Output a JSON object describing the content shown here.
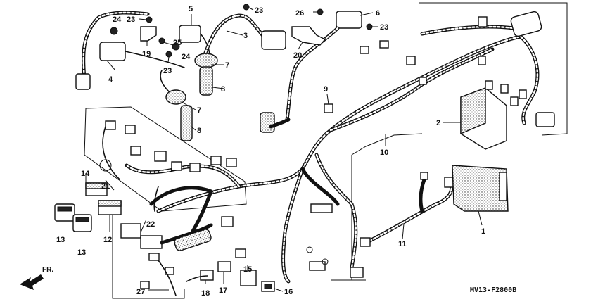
{
  "diagram": {
    "code": "MV13-F2800B",
    "direction_label": "FR.",
    "callouts": [
      "1",
      "2",
      "3",
      "4",
      "5",
      "6",
      "7",
      "7",
      "8",
      "8",
      "9",
      "10",
      "11",
      "12",
      "13",
      "13",
      "14",
      "15",
      "16",
      "17",
      "18",
      "19",
      "20",
      "21",
      "22",
      "23",
      "23",
      "23",
      "23",
      "24",
      "24",
      "25",
      "26",
      "27"
    ]
  }
}
